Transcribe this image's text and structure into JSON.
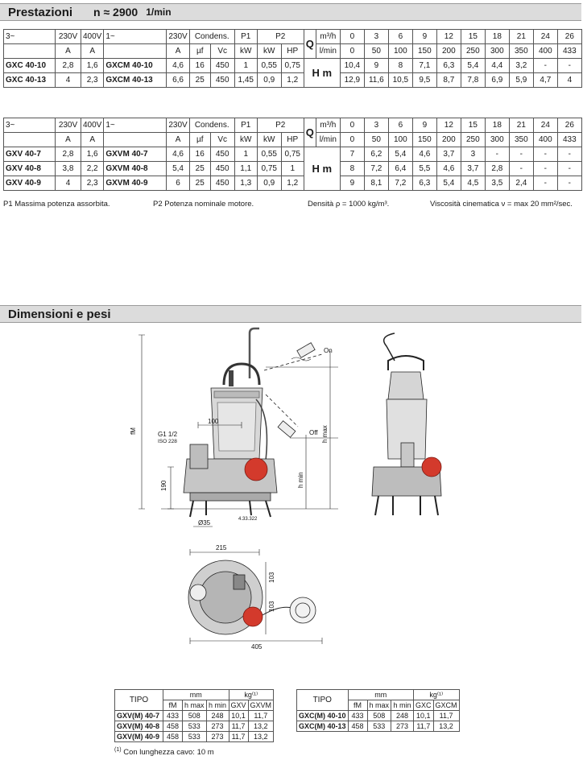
{
  "prestazioni": {
    "title": "Prestazioni",
    "speed": "n ≈ 2900",
    "speed_unit": "1/min"
  },
  "table1": {
    "h_phase3": "3~",
    "h_230v": "230V",
    "h_400v": "400V",
    "h_phase1": "1~",
    "h_230v_b": "230V",
    "h_condens": "Condens.",
    "h_p1": "P1",
    "h_p2": "P2",
    "h_q": "Q",
    "h_m3h": "m³/h",
    "h_lmin": "l/min",
    "h_hm": "H m",
    "u_a1": "A",
    "u_a2": "A",
    "u_a3": "A",
    "u_uf": "µf",
    "u_vc": "Vc",
    "u_kw1": "kW",
    "u_kw2": "kW",
    "u_hp": "HP",
    "q_m3h": [
      "0",
      "3",
      "6",
      "9",
      "12",
      "15",
      "18",
      "21",
      "24",
      "26"
    ],
    "q_lmin": [
      "0",
      "50",
      "100",
      "150",
      "200",
      "250",
      "300",
      "350",
      "400",
      "433"
    ],
    "rows": [
      {
        "m3": "GXC 40-10",
        "a230": "2,8",
        "a400": "1,6",
        "m1": "GXCM 40-10",
        "a": "4,6",
        "uf": "16",
        "vc": "450",
        "p1": "1",
        "p2kw": "0,55",
        "p2hp": "0,75",
        "h": [
          "10,4",
          "9",
          "8",
          "7,1",
          "6,3",
          "5,4",
          "4,4",
          "3,2",
          "-",
          "-"
        ]
      },
      {
        "m3": "GXC 40-13",
        "a230": "4",
        "a400": "2,3",
        "m1": "GXCM 40-13",
        "a": "6,6",
        "uf": "25",
        "vc": "450",
        "p1": "1,45",
        "p2kw": "0,9",
        "p2hp": "1,2",
        "h": [
          "12,9",
          "11,6",
          "10,5",
          "9,5",
          "8,7",
          "7,8",
          "6,9",
          "5,9",
          "4,7",
          "4"
        ]
      }
    ]
  },
  "table2": {
    "h_phase3": "3~",
    "h_230v": "230V",
    "h_400v": "400V",
    "h_phase1": "1~",
    "h_230v_b": "230V",
    "h_condens": "Condens.",
    "h_p1": "P1",
    "h_p2": "P2",
    "h_q": "Q",
    "h_m3h": "m³/h",
    "h_lmin": "l/min",
    "h_hm": "H m",
    "u_a1": "A",
    "u_a2": "A",
    "u_a3": "A",
    "u_uf": "µf",
    "u_vc": "Vc",
    "u_kw1": "kW",
    "u_kw2": "kW",
    "u_hp": "HP",
    "q_m3h": [
      "0",
      "3",
      "6",
      "9",
      "12",
      "15",
      "18",
      "21",
      "24",
      "26"
    ],
    "q_lmin": [
      "0",
      "50",
      "100",
      "150",
      "200",
      "250",
      "300",
      "350",
      "400",
      "433"
    ],
    "rows": [
      {
        "m3": "GXV 40-7",
        "a230": "2,8",
        "a400": "1,6",
        "m1": "GXVM 40-7",
        "a": "4,6",
        "uf": "16",
        "vc": "450",
        "p1": "1",
        "p2kw": "0,55",
        "p2hp": "0,75",
        "h": [
          "7",
          "6,2",
          "5,4",
          "4,6",
          "3,7",
          "3",
          "-",
          "-",
          "-",
          "-"
        ]
      },
      {
        "m3": "GXV 40-8",
        "a230": "3,8",
        "a400": "2,2",
        "m1": "GXVM 40-8",
        "a": "5,4",
        "uf": "25",
        "vc": "450",
        "p1": "1,1",
        "p2kw": "0,75",
        "p2hp": "1",
        "h": [
          "8",
          "7,2",
          "6,4",
          "5,5",
          "4,6",
          "3,7",
          "2,8",
          "-",
          "-",
          "-"
        ]
      },
      {
        "m3": "GXV 40-9",
        "a230": "4",
        "a400": "2,3",
        "m1": "GXVM 40-9",
        "a": "6",
        "uf": "25",
        "vc": "450",
        "p1": "1,3",
        "p2kw": "0,9",
        "p2hp": "1,2",
        "h": [
          "9",
          "8,1",
          "7,2",
          "6,3",
          "5,4",
          "4,5",
          "3,5",
          "2,4",
          "-",
          "-"
        ]
      }
    ]
  },
  "notes": {
    "p1": "P1 Massima potenza assorbita.",
    "p2": "P2 Potenza nominale motore.",
    "density": "Densità  ρ = 1000 kg/m³.",
    "viscosity": "Viscosità cinematica ν = max 20 mm²/sec."
  },
  "dimensioni": {
    "title": "Dimensioni e pesi"
  },
  "drawing": {
    "on": "On",
    "off": "Off",
    "d100": "100",
    "g1": "G1 1/2",
    "iso228": "ISO 228",
    "fm": "fM",
    "d190": "190",
    "hmin": "h min",
    "hmax": "h max",
    "d35": "Ø35",
    "iso_small": "4.33.322",
    "d215": "215",
    "d103a": "103",
    "d103b": "103",
    "d405": "405"
  },
  "dims_gxv": {
    "tipo": "TIPO",
    "mm": "mm",
    "kg": "kg⁽¹⁾",
    "h_fm": "fM",
    "h_hmax": "h max",
    "h_hmin": "h min",
    "h_k1": "GXV",
    "h_k2": "GXVM",
    "rows": [
      {
        "t": "GXV(M) 40-7",
        "fm": "433",
        "hmax": "508",
        "hmin": "248",
        "k1": "10,1",
        "k2": "11,7"
      },
      {
        "t": "GXV(M) 40-8",
        "fm": "458",
        "hmax": "533",
        "hmin": "273",
        "k1": "11,7",
        "k2": "13,2"
      },
      {
        "t": "GXV(M) 40-9",
        "fm": "458",
        "hmax": "533",
        "hmin": "273",
        "k1": "11,7",
        "k2": "13,2"
      }
    ]
  },
  "dims_gxc": {
    "tipo": "TIPO",
    "mm": "mm",
    "kg": "kg⁽¹⁾",
    "h_fm": "fM",
    "h_hmax": "h max",
    "h_hmin": "h min",
    "h_k1": "GXC",
    "h_k2": "GXCM",
    "rows": [
      {
        "t": "GXC(M) 40-10",
        "fm": "433",
        "hmax": "508",
        "hmin": "248",
        "k1": "10,1",
        "k2": "11,7"
      },
      {
        "t": "GXC(M) 40-13",
        "fm": "458",
        "hmax": "533",
        "hmin": "273",
        "k1": "11,7",
        "k2": "13,2"
      }
    ]
  },
  "footnote": {
    "mark": "(1)",
    "text": "Con lunghezza cavo: 10 m"
  }
}
